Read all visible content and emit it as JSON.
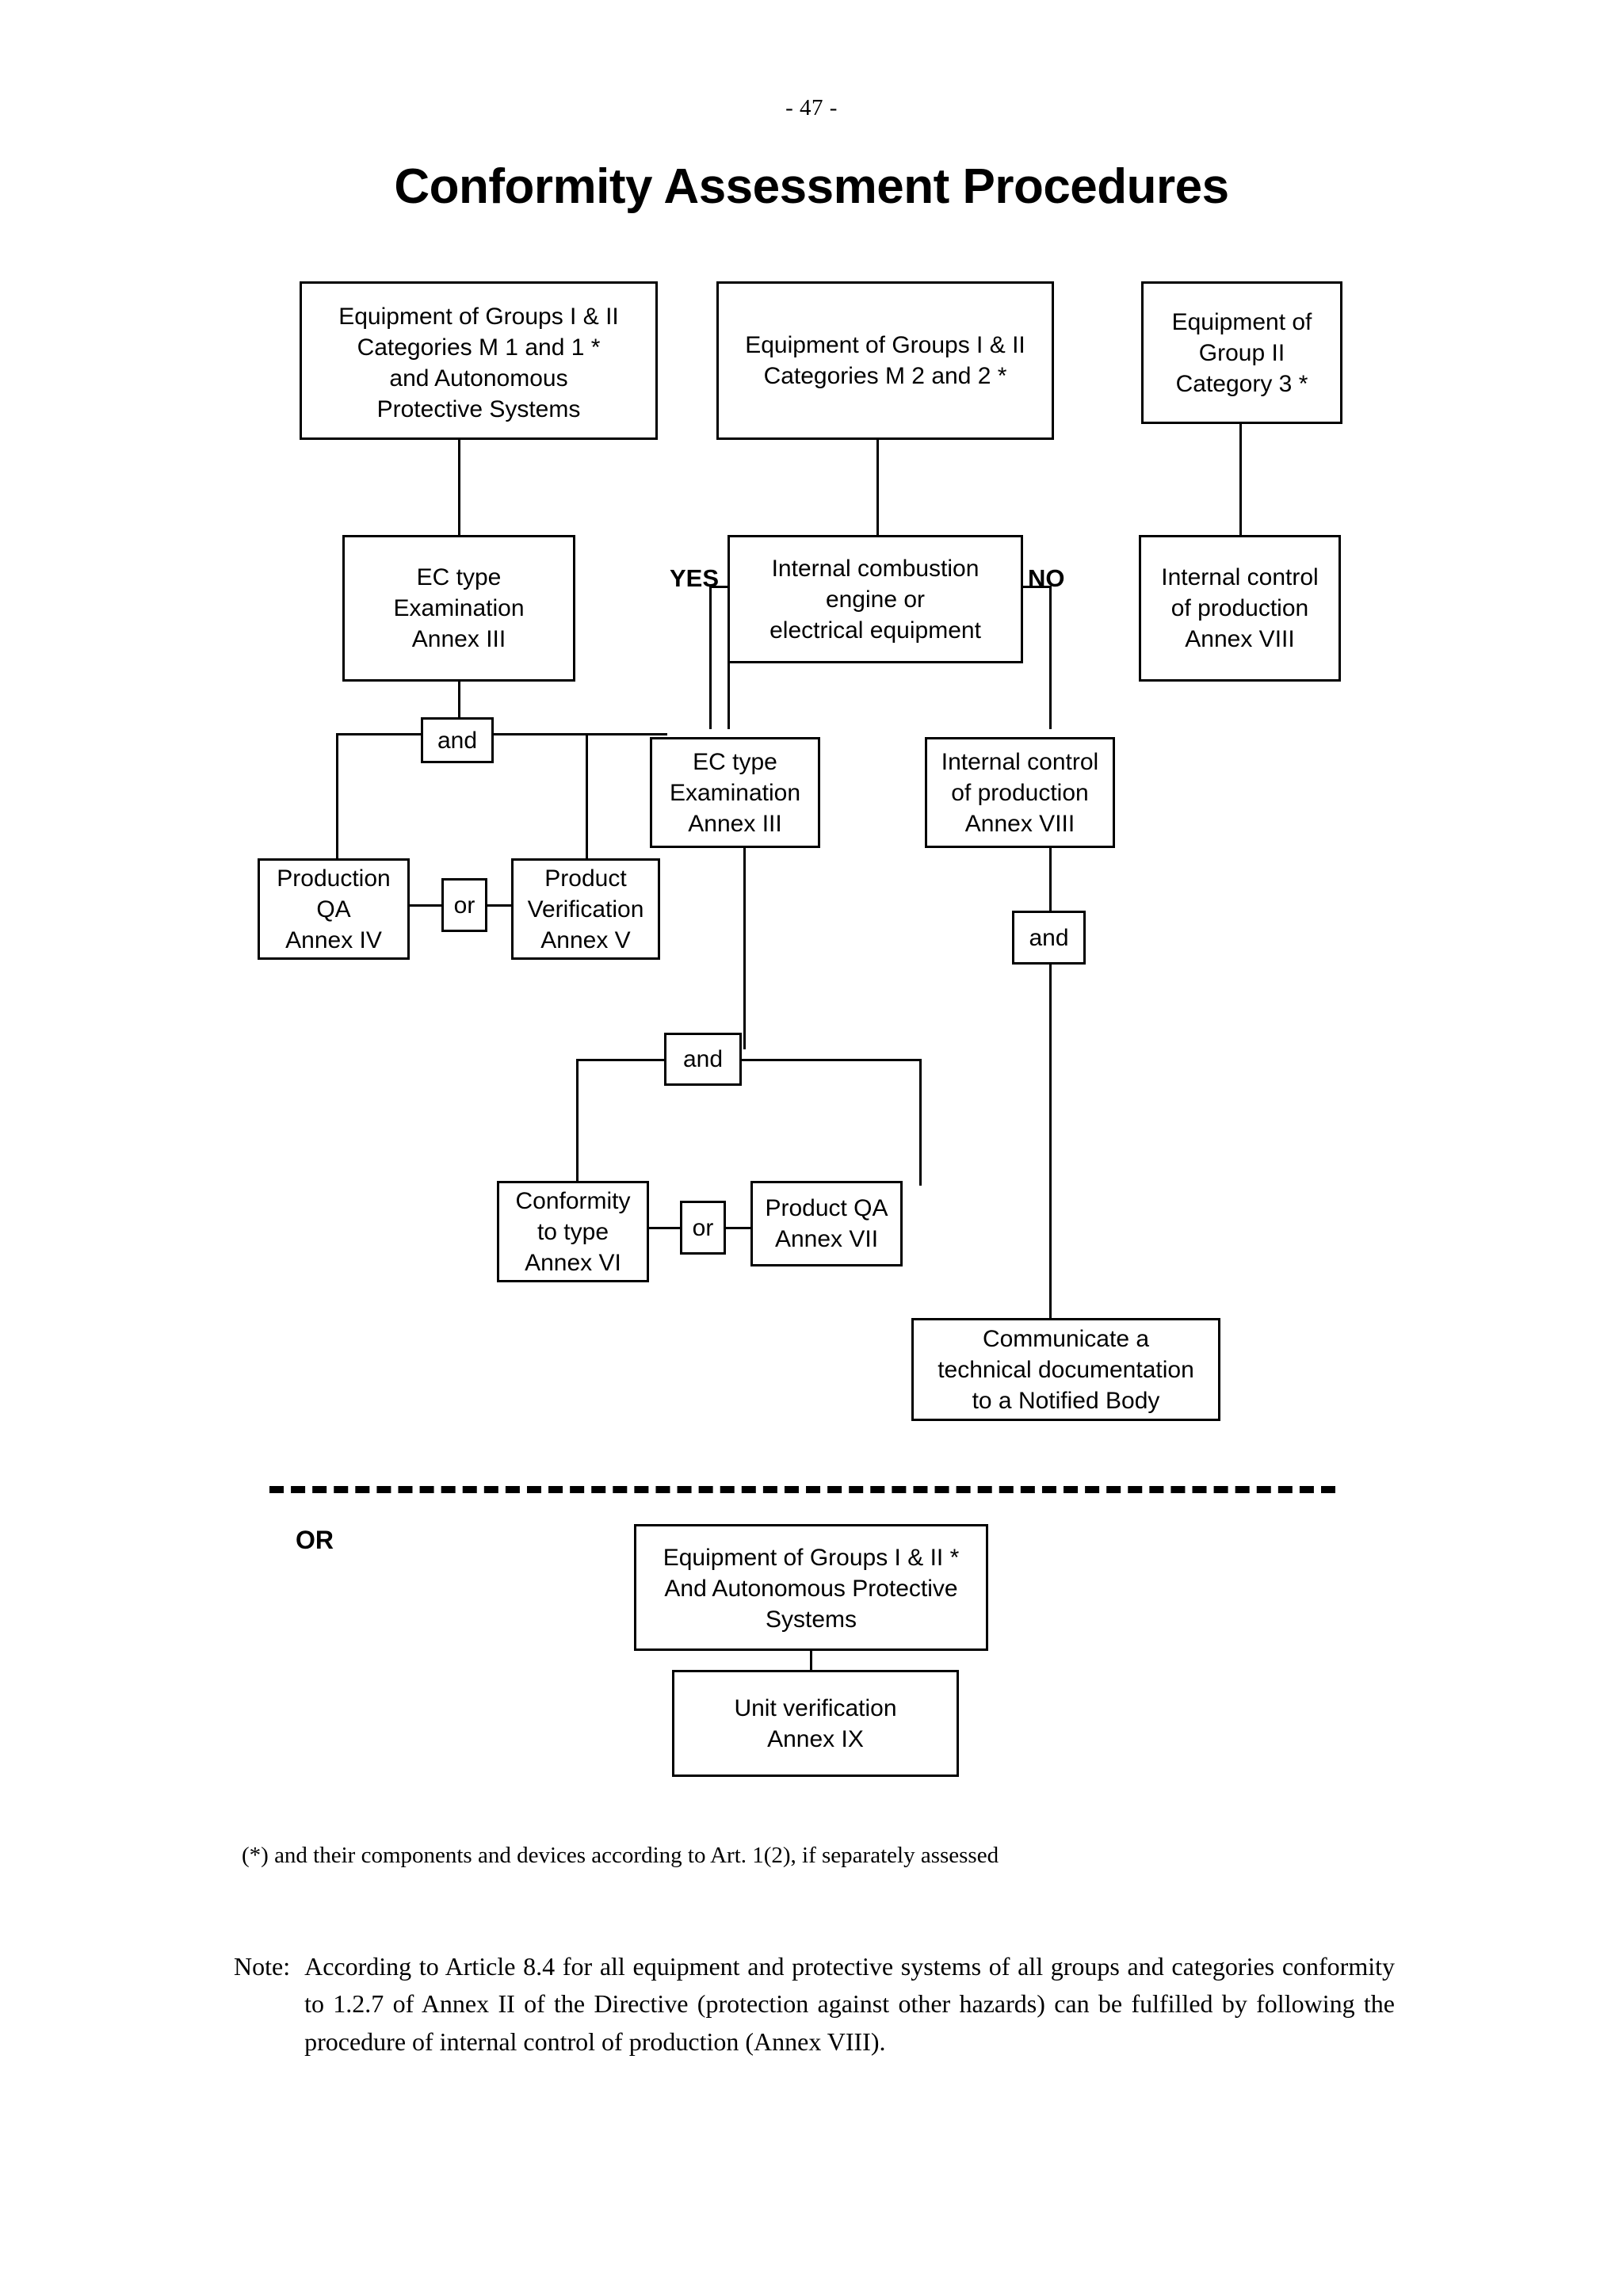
{
  "page": {
    "number": "- 47 -",
    "title": "Conformity Assessment Procedures"
  },
  "flowchart": {
    "nodes": {
      "group1_cat_m1": "Equipment of Groups I & II\nCategories M 1 and 1 *\nand Autonomous\nProtective Systems",
      "group1_cat_m2": "Equipment of Groups I & II\nCategories M 2 and 2 *",
      "group2_cat3": "Equipment of\nGroup II\nCategory 3 *",
      "ec_type_left": "EC type\nExamination\nAnnex III",
      "combustion_engine": "Internal combustion\nengine or\nelectrical equipment",
      "internal_control_right": "Internal control\nof production\nAnnex VIII",
      "and_left": "and",
      "production_qa": "Production\nQA\nAnnex IV",
      "or_left": "or",
      "product_verification": "Product\nVerification\nAnnex V",
      "ec_type_mid": "EC type\nExamination\nAnnex III",
      "internal_control_mid": "Internal control\nof production\nAnnex VIII",
      "and_right": "and",
      "and_mid": "and",
      "conformity_to_type": "Conformity\nto type\nAnnex VI",
      "or_mid": "or",
      "product_qa": "Product QA\nAnnex VII",
      "communicate": "Communicate a\ntechnical documentation\nto a Notified Body",
      "equipment_or_branch": "Equipment of Groups I & II *\nAnd Autonomous Protective\nSystems",
      "unit_verification": "Unit verification\nAnnex IX"
    },
    "labels": {
      "yes": "YES",
      "no": "NO",
      "or_divider": "OR"
    }
  },
  "footnotes": {
    "asterisk": "(*) and their components and devices according to Art. 1(2), if separately assessed",
    "note_label": "Note:",
    "note_body": "According to Article 8.4 for all equipment and protective systems of all groups and categories conformity to 1.2.7 of Annex II of the Directive (protection against other hazards) can be fulfilled by following the procedure of internal control of production (Annex VIII)."
  },
  "colors": {
    "ink": "#000000",
    "paper": "#ffffff"
  }
}
